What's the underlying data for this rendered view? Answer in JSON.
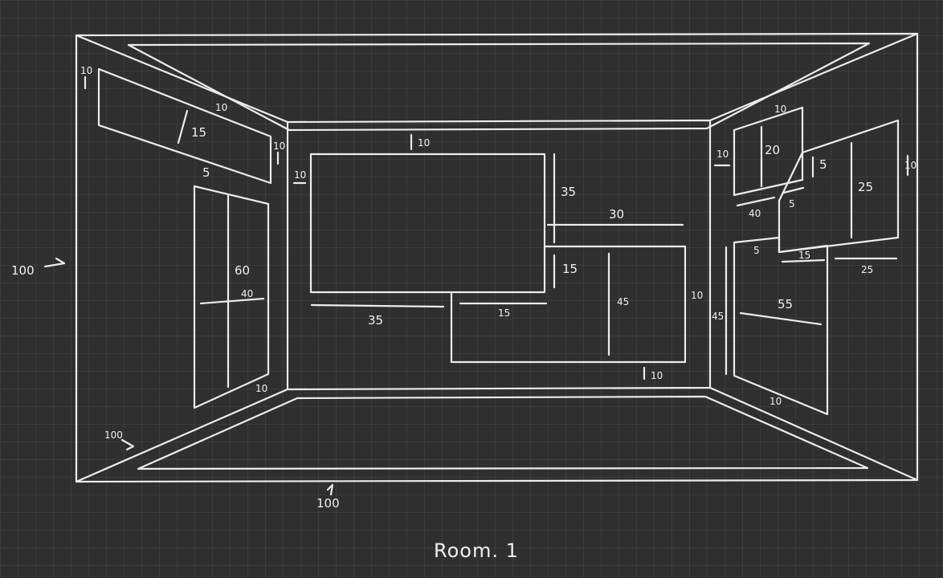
{
  "title": "Room. 1",
  "walls": {
    "left": {
      "height": "100",
      "depth": "100"
    },
    "floor": {
      "width": "100"
    }
  },
  "left_wall": {
    "top_margin_side": "10",
    "top_margin": "10",
    "top_panel_height": "15",
    "right_margin": "10",
    "gap": "5",
    "door_height": "60",
    "door_width": "40",
    "bottom_margin": "10"
  },
  "back_wall": {
    "top_margin": "10",
    "left_margin": "10",
    "panel_a_height": "35",
    "panel_a_width": "35",
    "offset": "30",
    "gap": "15",
    "panel_b_offset": "15",
    "panel_b_height": "45",
    "right_margin": "10",
    "bottom_margin": "10"
  },
  "right_wall": {
    "top_margin": "10",
    "left_margin": "10",
    "small_panel_height": "20",
    "small_panel_width": "40",
    "gap_small": "5",
    "gap_v": "5",
    "right_margin": "10",
    "tall_panel_height": "25",
    "gap_below": "5",
    "tall_offset": "15",
    "tall_width": "25",
    "door_height": "45",
    "door_width": "55",
    "bottom_margin": "10"
  }
}
